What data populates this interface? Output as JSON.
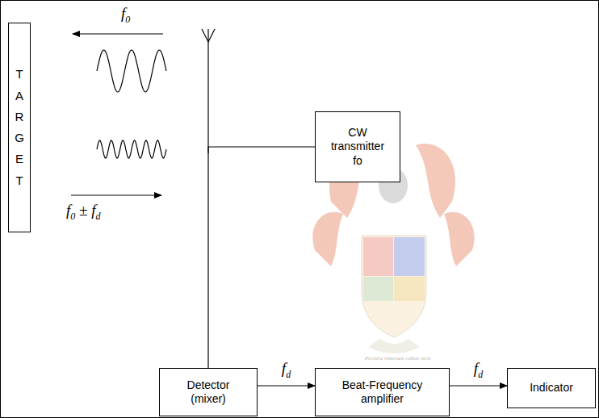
{
  "diagram": {
    "nodes": [
      {
        "text": [
          "TARGET"
        ]
      },
      {
        "text": [
          "CW transmitter fo"
        ]
      },
      {
        "text": [
          "Detector (mixer)"
        ]
      },
      {
        "text": [
          "Beat-Frequency amplifier"
        ]
      },
      {
        "text": [
          "Indicator"
        ]
      }
    ],
    "edges": [
      {
        "from": 1,
        "to": 2,
        "arrow": "none"
      },
      {
        "from": 2,
        "to": 3,
        "label": "fd",
        "arrow": "to"
      },
      {
        "from": 3,
        "to": 4,
        "label": "fd",
        "arrow": "to"
      }
    ],
    "labels": [
      "f0",
      "f0 ± fd",
      "Pectora roborant cultus recti"
    ]
  }
}
